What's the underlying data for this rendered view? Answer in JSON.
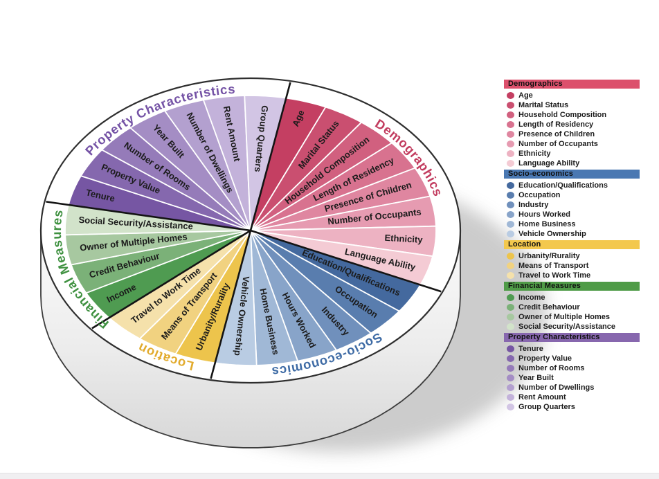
{
  "chart_data": {
    "type": "pie",
    "equal_slices": true,
    "slice_label_color": "#1b1b1b",
    "categories": [
      {
        "name": "Demographics",
        "header_color": "#dc506c",
        "arc_label_color": "#c23c5f",
        "variables": [
          {
            "label": "Age",
            "color": "#c43f62"
          },
          {
            "label": "Marital Status",
            "color": "#ca4f70"
          },
          {
            "label": "Household Composition",
            "color": "#d1607f"
          },
          {
            "label": "Length of Residency",
            "color": "#d8728f"
          },
          {
            "label": "Presence of Children",
            "color": "#df86a0"
          },
          {
            "label": "Number of Occupants",
            "color": "#e69bb1"
          },
          {
            "label": "Ethnicity",
            "color": "#edb2c2"
          },
          {
            "label": "Language Ability",
            "color": "#f4cbd4"
          }
        ]
      },
      {
        "name": "Socio-economics",
        "header_color": "#4a78b2",
        "arc_label_color": "#3e6ba5",
        "variables": [
          {
            "label": "Education/Qualifications",
            "color": "#44699e"
          },
          {
            "label": "Occupation",
            "color": "#597dae"
          },
          {
            "label": "Industry",
            "color": "#7090bc"
          },
          {
            "label": "Hours Worked",
            "color": "#88a4c9"
          },
          {
            "label": "Home Business",
            "color": "#a0b8d6"
          },
          {
            "label": "Vehicle Ownership",
            "color": "#b9cce3"
          }
        ]
      },
      {
        "name": "Location",
        "header_color": "#f3c84d",
        "arc_label_color": "#e2ab2d",
        "variables": [
          {
            "label": "Urbanity/Rurality",
            "color": "#edc44c"
          },
          {
            "label": "Means of Transport",
            "color": "#f1d280"
          },
          {
            "label": "Travel to Work Time",
            "color": "#f5e1ab"
          }
        ]
      },
      {
        "name": "Financial Measures",
        "header_color": "#4f9b47",
        "arc_label_color": "#3f9140",
        "variables": [
          {
            "label": "Income",
            "color": "#4f9b51"
          },
          {
            "label": "Credit Behaviour",
            "color": "#7bb178"
          },
          {
            "label": "Owner of Multiple Homes",
            "color": "#a7c8a0"
          },
          {
            "label": "Social Security/Assistance",
            "color": "#d2e3ca"
          }
        ]
      },
      {
        "name": "Property Characteristics",
        "header_color": "#8767ae",
        "arc_label_color": "#7452a5",
        "variables": [
          {
            "label": "Tenure",
            "color": "#7656a3"
          },
          {
            "label": "Property Value",
            "color": "#8568ae"
          },
          {
            "label": "Number of Rooms",
            "color": "#957bb9"
          },
          {
            "label": "Year Built",
            "color": "#a48dc4"
          },
          {
            "label": "Number of Dwellings",
            "color": "#b3a0cf"
          },
          {
            "label": "Rent Amount",
            "color": "#c3b2da"
          },
          {
            "label": "Group Quarters",
            "color": "#d2c5e4"
          }
        ]
      }
    ]
  }
}
